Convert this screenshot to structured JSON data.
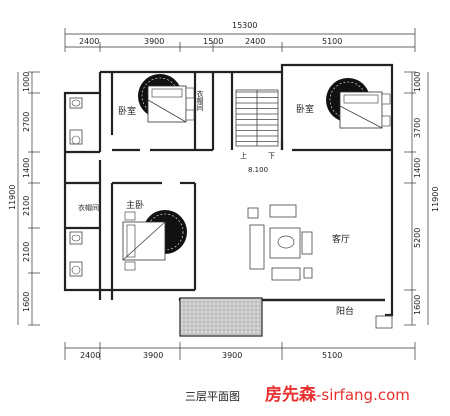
{
  "dimensions": {
    "top_total": "15300",
    "top_segments": [
      "2400",
      "3900",
      "1500",
      "2400",
      "5100"
    ],
    "bottom_segments": [
      "2400",
      "3900",
      "3900",
      "5100"
    ],
    "left_total": "11900",
    "left_segments": [
      "1000",
      "2700",
      "1400",
      "2100",
      "2100",
      "1600"
    ],
    "right_total": "11900",
    "right_segments": [
      "1000",
      "3700",
      "1400",
      "5200",
      "1600"
    ]
  },
  "rooms": {
    "bedroom_left": "卧室",
    "closet_top": "衣帽间",
    "bedroom_right": "卧室",
    "stair_up": "上",
    "stair_down": "下",
    "level": "8.100",
    "closet_left": "衣帽间",
    "master_bedroom": "主卧",
    "living_room": "客厅",
    "balcony": "阳台"
  },
  "caption": "三层平面图",
  "watermark": {
    "brand": "房先森",
    "url": "-sirfang.com"
  }
}
